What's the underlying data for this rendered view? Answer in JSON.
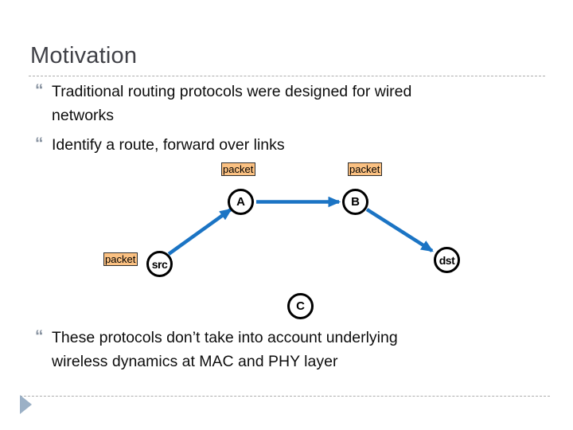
{
  "slide_title": "Motivation",
  "bullets": [
    {
      "marker": "“",
      "text": "Traditional routing protocols were designed for wired\nnetworks"
    },
    {
      "marker": "“",
      "text": "Identify a route, forward over links"
    },
    {
      "marker": "“",
      "text": "These protocols don’t take into account underlying\nwireless dynamics at MAC and PHY layer"
    }
  ],
  "diagram": {
    "nodes": [
      {
        "label": "A"
      },
      {
        "label": "B"
      },
      {
        "label": "src"
      },
      {
        "label": "dst"
      },
      {
        "label": "C"
      }
    ],
    "packet_labels": [
      "packet",
      "packet",
      "packet"
    ]
  },
  "colors": {
    "arrow-blue": "#1B74C4",
    "packet-highlight": "#FBC182",
    "packet-border": "#2E2E2E",
    "node-border": "#000000",
    "title-gray": "#404147",
    "body-text": "#0D0D0D",
    "bullet-marker": "#8792A0",
    "dashed-line": "#ADADAD",
    "corner-triangle": "#9BB0C6"
  }
}
